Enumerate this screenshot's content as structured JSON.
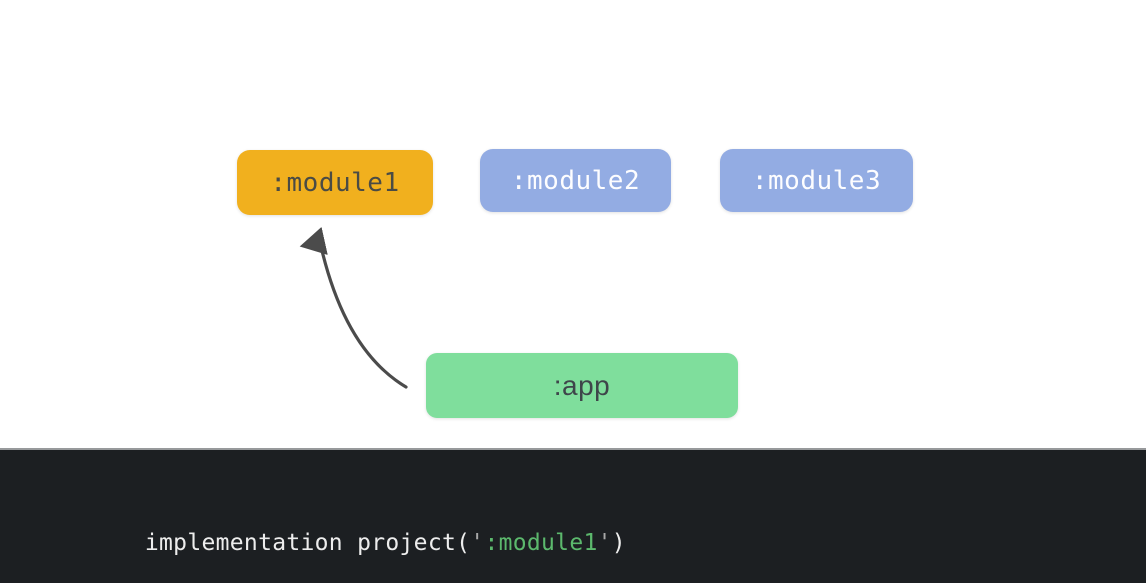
{
  "diagram": {
    "background_color": "#ffffff",
    "modules": [
      {
        "id": "module1",
        "label": ":module1",
        "bg": "#F1B01E",
        "text_color": "#4A4B45",
        "highlighted": true
      },
      {
        "id": "module2",
        "label": ":module2",
        "bg": "#93ACE3",
        "text_color": "#FDFDFF",
        "highlighted": false
      },
      {
        "id": "module3",
        "label": ":module3",
        "bg": "#93ACE3",
        "text_color": "#FDFDFF",
        "highlighted": false
      }
    ],
    "app_node": {
      "label": ":app",
      "bg": "#7FDE9C",
      "text_color": "#3E454A"
    },
    "dependency_arrow": {
      "from": ":app",
      "to": ":module1",
      "color": "#4B4B4B"
    }
  },
  "code_panel": {
    "bg": "#1C1F22",
    "divider_color": "#97999B",
    "code_full_text": "implementation project(':module1')",
    "segments": [
      {
        "text": "implementation project(",
        "color": "#EDEDED"
      },
      {
        "text": "'",
        "color": "#A8A8A8"
      },
      {
        "text": ":module1",
        "color": "#5CB96D"
      },
      {
        "text": "'",
        "color": "#A8A8A8"
      },
      {
        "text": ")",
        "color": "#EDEDED"
      }
    ]
  }
}
